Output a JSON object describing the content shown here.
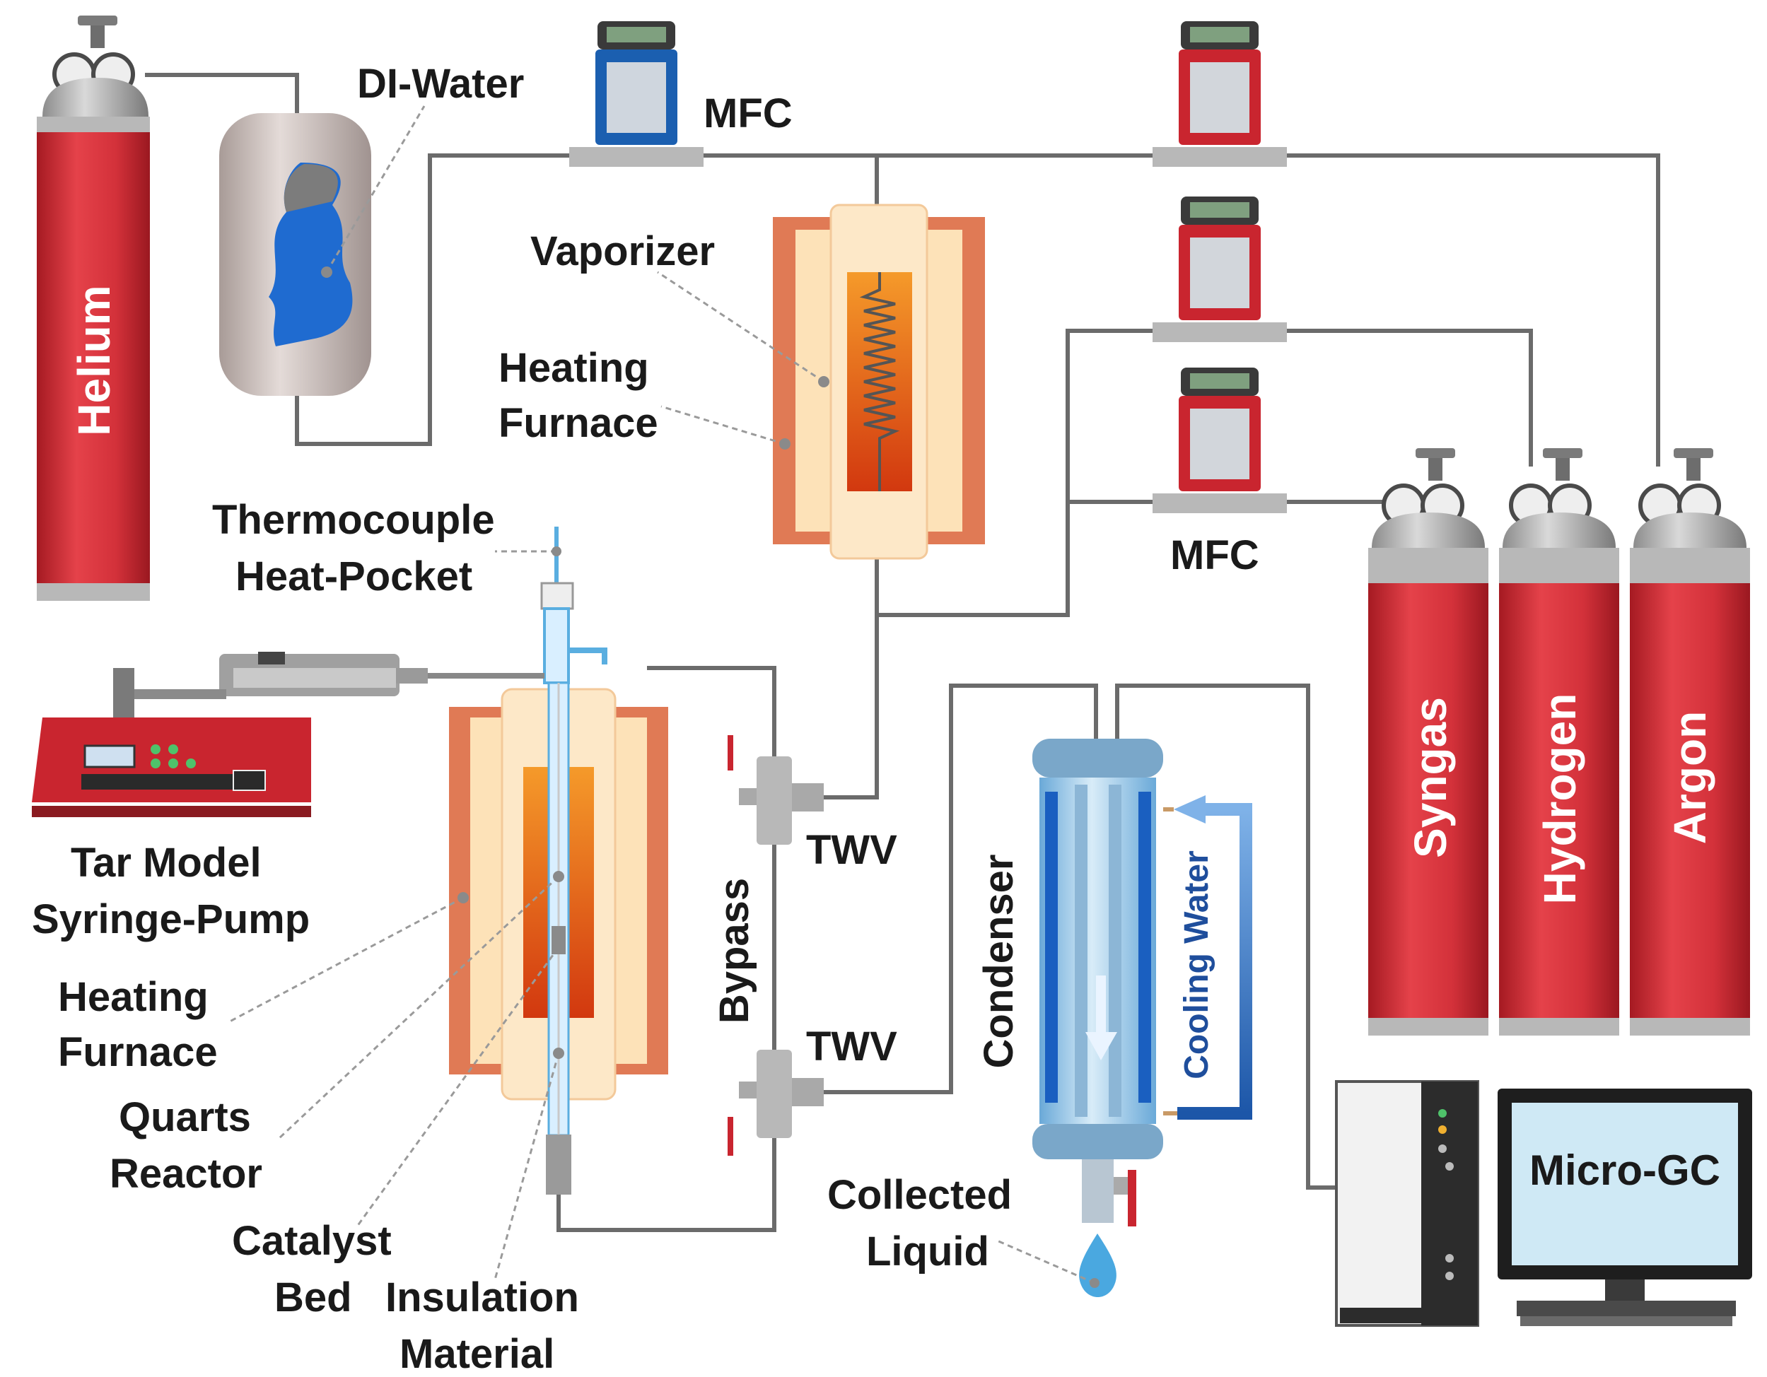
{
  "labels": {
    "di_water": "DI-Water",
    "mfc_top": "MFC",
    "mfc_mid": "MFC",
    "vaporizer": "Vaporizer",
    "heating_furnace_top_1": "Heating",
    "heating_furnace_top_2": "Furnace",
    "thermocouple_1": "Thermocouple",
    "thermocouple_2": "Heat-Pocket",
    "tar_model_1": "Tar Model",
    "tar_model_2": "Syringe-Pump",
    "heating_furnace_bot_1": "Heating",
    "heating_furnace_bot_2": "Furnace",
    "quarts_1": "Quarts",
    "quarts_2": "Reactor",
    "catalyst_1": "Catalyst",
    "catalyst_2": "Bed",
    "insulation_1": "Insulation",
    "insulation_2": "Material",
    "twv_top": "TWV",
    "twv_bot": "TWV",
    "bypass": "Bypass",
    "condenser": "Condenser",
    "cooling_water": "Cooling Water",
    "collected_1": "Collected",
    "collected_2": "Liquid",
    "micro_gc": "Micro-GC"
  },
  "cylinders": {
    "helium": "Helium",
    "syngas": "Syngas",
    "hydrogen": "Hydrogen",
    "argon": "Argon"
  },
  "colors": {
    "cylinder_red": "#d6323a",
    "pipe": "#6b6b6b",
    "furnace_outer": "#e07a55",
    "furnace_inner": "#fde2b8",
    "heater_core": "#e8501a",
    "water_blue": "#1e6fd9",
    "mfc_blue": "#1b5fb0",
    "mfc_red": "#c9252f"
  }
}
